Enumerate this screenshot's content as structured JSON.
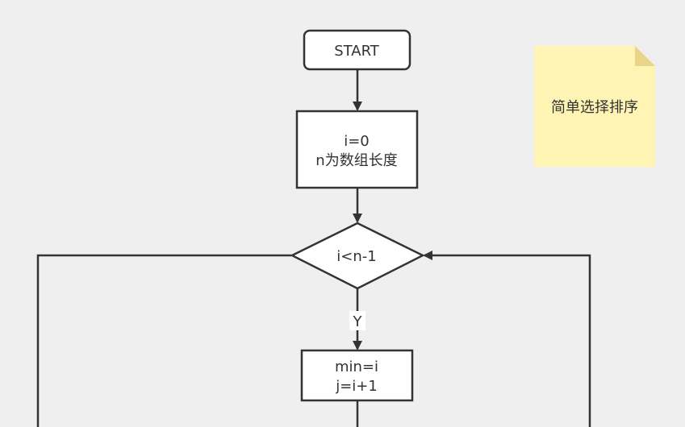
{
  "diagram": {
    "nodes": {
      "start": {
        "label": "START"
      },
      "init": {
        "line1": "i=0",
        "line2": "n为数组长度"
      },
      "condition": {
        "label": "i<n-1"
      },
      "assign": {
        "line1": "min=i",
        "line2": "j=i+1"
      }
    },
    "edges": {
      "condition_to_assign": {
        "label": "Y"
      }
    },
    "note": {
      "text": "简单选择排序"
    }
  },
  "colors": {
    "background": "#efefef",
    "stroke": "#333333",
    "node_fill": "#ffffff",
    "note_fill": "#fff4b3",
    "note_fold": "#e8d58a"
  }
}
